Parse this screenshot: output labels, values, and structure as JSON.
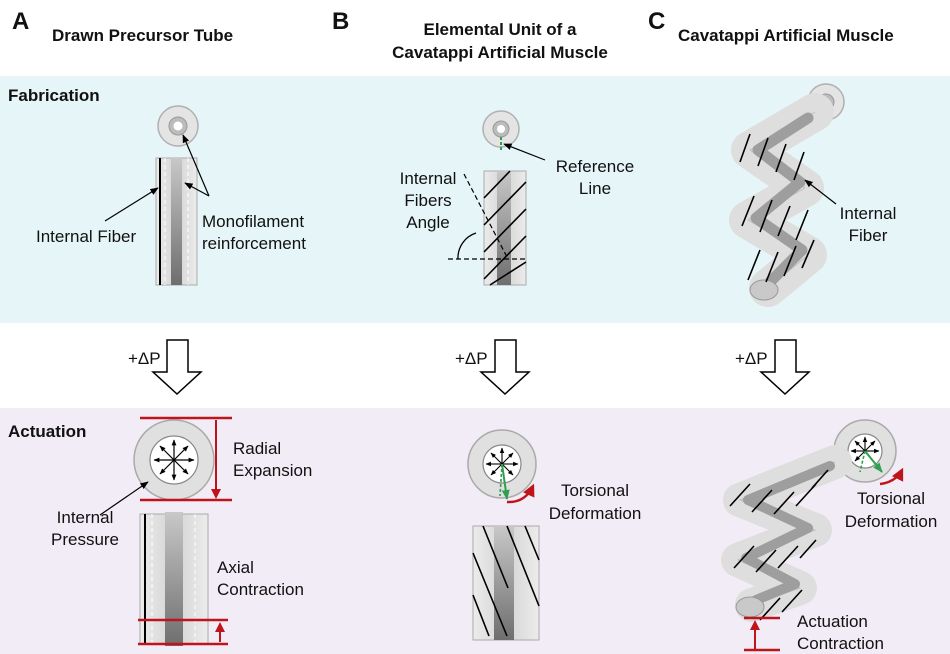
{
  "panels": {
    "a": {
      "letter": "A",
      "title": "Drawn Precursor Tube"
    },
    "b": {
      "letter": "B",
      "title_line1": "Elemental Unit of a",
      "title_line2": "Cavatappi Artificial Muscle"
    },
    "c": {
      "letter": "C",
      "title": "Cavatappi Artificial Muscle"
    }
  },
  "sections": {
    "fabrication": "Fabrication",
    "actuation": "Actuation"
  },
  "pressure_label": "+ΔP",
  "fabrication_labels": {
    "internal_fiber": "Internal Fiber",
    "monofilament_line1": "Monofilament",
    "monofilament_line2": "reinforcement",
    "reference_line1": "Reference",
    "reference_line2": "Line",
    "fibers_angle_line1": "Internal",
    "fibers_angle_line2": "Fibers",
    "fibers_angle_line3": "Angle",
    "c_fiber_line1": "Internal",
    "c_fiber_line2": "Fiber"
  },
  "actuation_labels": {
    "radial_line1": "Radial",
    "radial_line2": "Expansion",
    "pressure_line1": "Internal",
    "pressure_line2": "Pressure",
    "axial_line1": "Axial",
    "axial_line2": "Contraction",
    "torsion_b_line1": "Torsional",
    "torsion_b_line2": "Deformation",
    "torsion_c_line1": "Torsional",
    "torsion_c_line2": "Deformation",
    "actuation_line1": "Actuation",
    "actuation_line2": "Contraction"
  },
  "colors": {
    "fabrication_band": "#e6f5f7",
    "actuation_band": "#f1ecf5",
    "reference_line": "#2e9e4f",
    "dimension_marker": "#c0141c"
  }
}
